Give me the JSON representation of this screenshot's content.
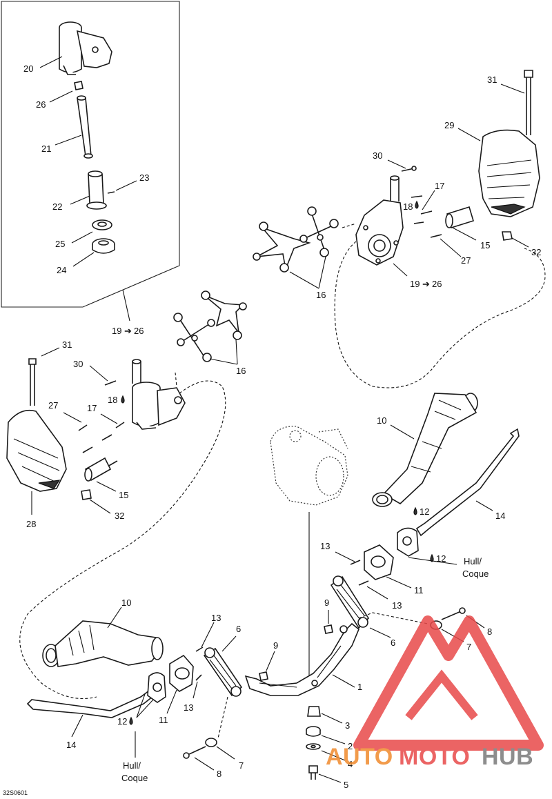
{
  "figure_code": "32S0601",
  "hull_label_line1": "Hull/",
  "hull_label_line2": "Coque",
  "watermark": {
    "part1": "AUTO",
    "part2": "MOTO",
    "part3": "HUB"
  },
  "colors": {
    "watermark_red": "#e84a4a",
    "watermark_orange": "#f08a2c",
    "watermark_gray": "#7a7a7a",
    "line": "#1a1a1a"
  },
  "callouts": {
    "c20": "20",
    "c26": "26",
    "c21": "21",
    "c23": "23",
    "c22": "22",
    "c25": "25",
    "c24": "24",
    "c31_top": "31",
    "c29": "29",
    "c30_top": "30",
    "c17_top": "17",
    "c18_top": "18",
    "c15_top": "15",
    "c32_top": "32",
    "c27_top": "27",
    "c16_top": "16",
    "c19_26_top": "19",
    "c19_26_top_b": "26",
    "c19_26_left": "19",
    "c19_26_left_b": "26",
    "c16_left": "16",
    "c31_left": "31",
    "c30_left": "30",
    "c27_left": "27",
    "c17_left": "17",
    "c18_left": "18",
    "c15_left": "15",
    "c32_left": "32",
    "c28": "28",
    "c10_right": "10",
    "c14_right": "14",
    "c12_a": "12",
    "c12_b": "12",
    "c13_right_a": "13",
    "c11_right": "11",
    "c13_right_b": "13",
    "c9_right": "9",
    "c6_right": "6",
    "c8_right": "8",
    "c7_right": "7",
    "c1": "1",
    "c3": "3",
    "c2": "2",
    "c4": "4",
    "c5": "5",
    "c10_left": "10",
    "c13_left_a": "13",
    "c6_left": "6",
    "c9_left": "9",
    "c13_left_b": "13",
    "c11_left": "11",
    "c12_left": "12",
    "c14_left": "14",
    "c7_left": "7",
    "c8_left": "8"
  }
}
